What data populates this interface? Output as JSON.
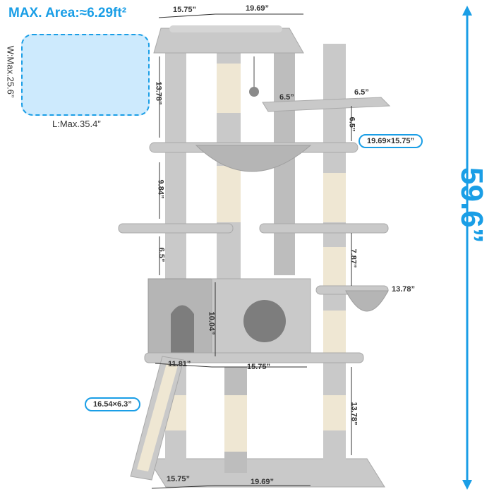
{
  "product_title": "MAX. Area:≈6.29ft²",
  "hammock_inset": {
    "length_label": "L:Max.35.4”",
    "width_label": "W:Max.25.6”"
  },
  "overall_height": "59.6”",
  "dimensions": {
    "top_depth": "15.75”",
    "top_width": "19.69”",
    "upper_post_height": "13.78”",
    "perch_width_left": "6.5”",
    "perch_width_right": "6.5”",
    "perch_height": "6.5”",
    "hammock_size": "19.69×15.75”",
    "mid_post_height": "9.84”",
    "platform_gap_height": "6.5”",
    "right_post_height": "7.87”",
    "basket_width": "13.78”",
    "condo_height": "10.04”",
    "condo_depth": "11.81”",
    "condo_width": "15.75”",
    "ramp_size": "16.54×6.3”",
    "lower_post_height": "13.78”",
    "base_depth": "15.75”",
    "base_width": "19.69”"
  },
  "colors": {
    "accent": "#1a9ee6",
    "inset_fill": "#cdeafd",
    "plush": "#c9c9c9",
    "plush_dark": "#a9a9a9",
    "sisal": "#efe7d3"
  }
}
